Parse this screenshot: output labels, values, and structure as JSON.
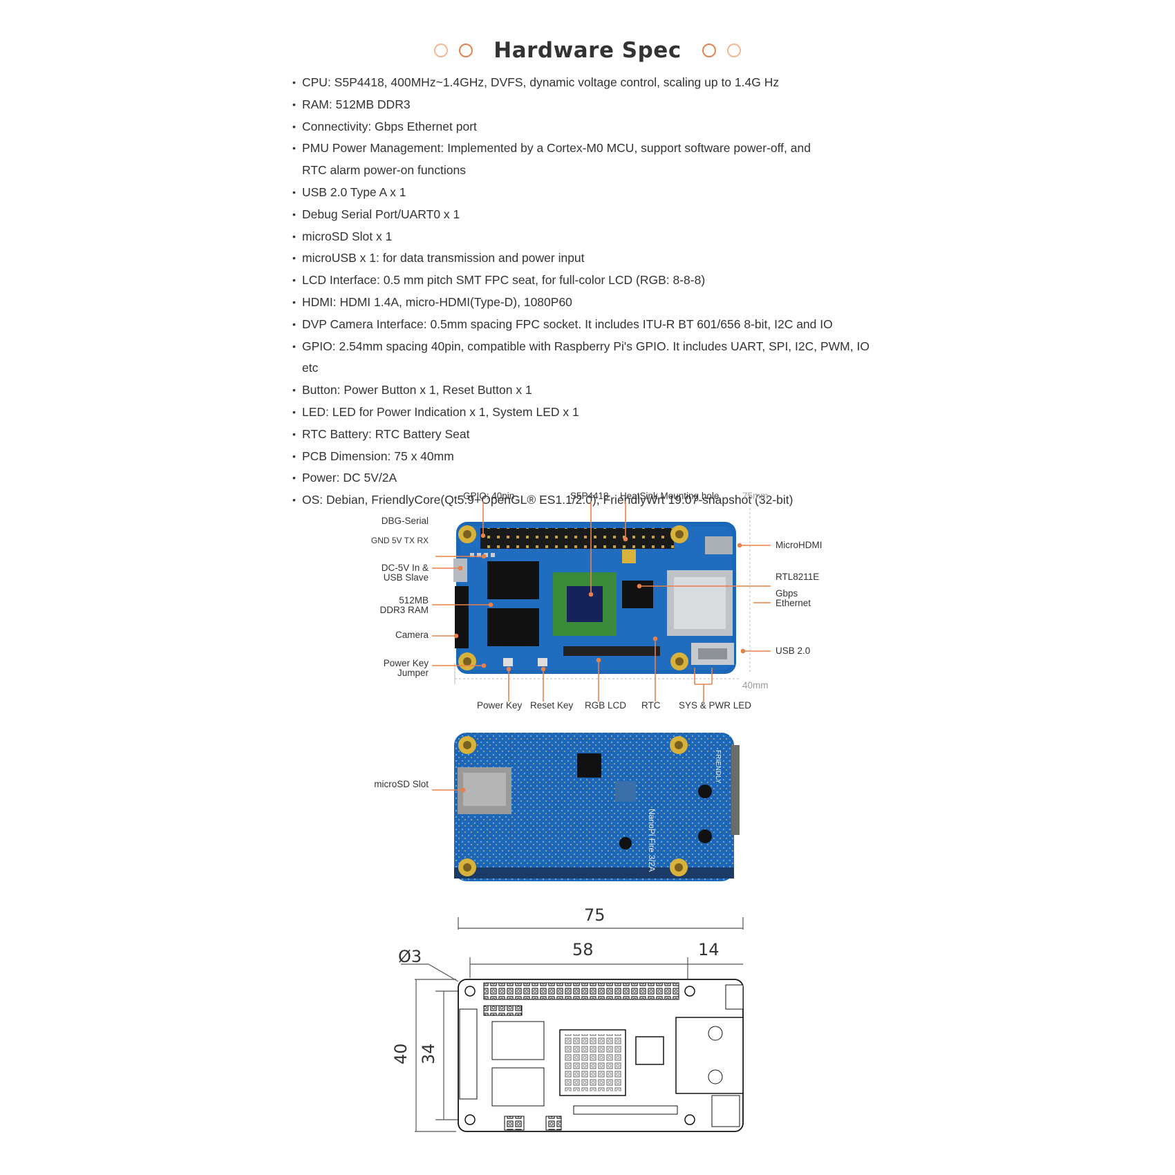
{
  "header": {
    "title": "Hardware Spec"
  },
  "specs": [
    "CPU: S5P4418, 400MHz~1.4GHz, DVFS, dynamic voltage control, scaling up to 1.4G Hz",
    "RAM: 512MB DDR3",
    "Connectivity: Gbps Ethernet port",
    "PMU Power Management: Implemented by a Cortex-M0 MCU, support software power-off, and RTC alarm power-on functions",
    "USB 2.0 Type A x 1",
    "Debug Serial Port/UART0 x 1",
    "microSD Slot x 1",
    "microUSB x 1: for data transmission and power input",
    "LCD Interface: 0.5 mm pitch SMT FPC seat, for full-color LCD (RGB: 8-8-8)",
    "HDMI: HDMI 1.4A, micro-HDMI(Type-D), 1080P60",
    "DVP Camera Interface: 0.5mm spacing FPC socket. It includes ITU-R BT 601/656 8-bit, I2C and IO",
    "GPIO: 2.54mm spacing 40pin, compatible with Raspberry Pi's GPIO. It includes UART, SPI, I2C, PWM, IO etc",
    "Button: Power Button x 1, Reset Button x 1",
    "LED: LED for Power Indication x 1, System LED x 1",
    "RTC Battery: RTC Battery Seat",
    "PCB Dimension: 75 x 40mm",
    "Power: DC 5V/2A",
    "OS: Debian, FriendlyCore(Qt5.9+OpenGL® ES1.1/2.0), FriendlyWrt 19.07-snapshot (32-bit)"
  ],
  "top_board": {
    "top_labels": {
      "gpio": "GPIO: 40pin",
      "soc": "S5P4418",
      "heatsink": "HeatSink Mounting hole",
      "width": "75mm"
    },
    "left_labels": {
      "dbg_title": "DBG-Serial",
      "dbg_pins": "GND 5V TX RX",
      "dc_in_1": "DC-5V In &",
      "dc_in_2": "USB Slave",
      "ram_1": "512MB",
      "ram_2": "DDR3 RAM",
      "camera": "Camera",
      "power_jumper_1": "Power Key",
      "power_jumper_2": "Jumper"
    },
    "right_labels": {
      "microhdmi": "MicroHDMI",
      "rtl": "RTL8211E",
      "gbps_1": "Gbps",
      "gbps_2": "Ethernet",
      "usb": "USB 2.0"
    },
    "bottom_labels": {
      "height": "40mm",
      "power_key": "Power Key",
      "reset_key": "Reset Key",
      "rgb_lcd": "RGB LCD",
      "rtc": "RTC",
      "leds": "SYS & PWR LED"
    }
  },
  "bottom_board": {
    "microsd": "microSD Slot",
    "silkscreen_1": "NanoPi Fire 3/2A",
    "silkscreen_2": "FRIENDLY"
  },
  "drawing": {
    "width": "75",
    "gpio_span": "58",
    "right_offset": "14",
    "hole": "Ø3",
    "height": "40",
    "inner_height": "34"
  },
  "colors": {
    "accent": "#e8804a",
    "pcb": "#1b67b7",
    "gold": "#d8b23a",
    "text": "#333333"
  }
}
